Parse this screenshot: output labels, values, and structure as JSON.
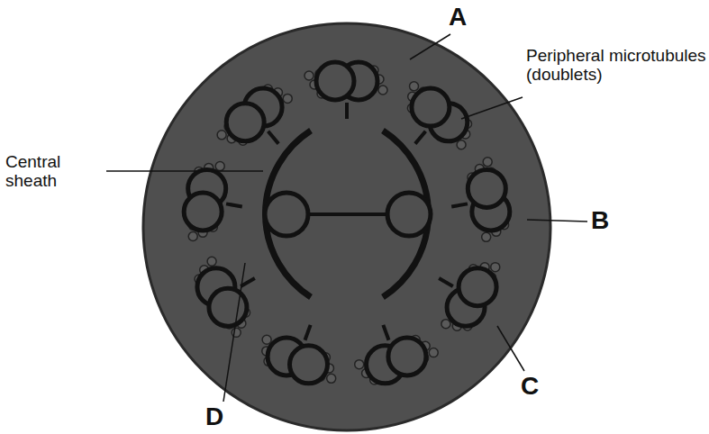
{
  "diagram": {
    "labels": [
      "A",
      "Peripheral microtubules (doublets)",
      "Central sheath",
      "B",
      "C",
      "D"
    ]
  }
}
